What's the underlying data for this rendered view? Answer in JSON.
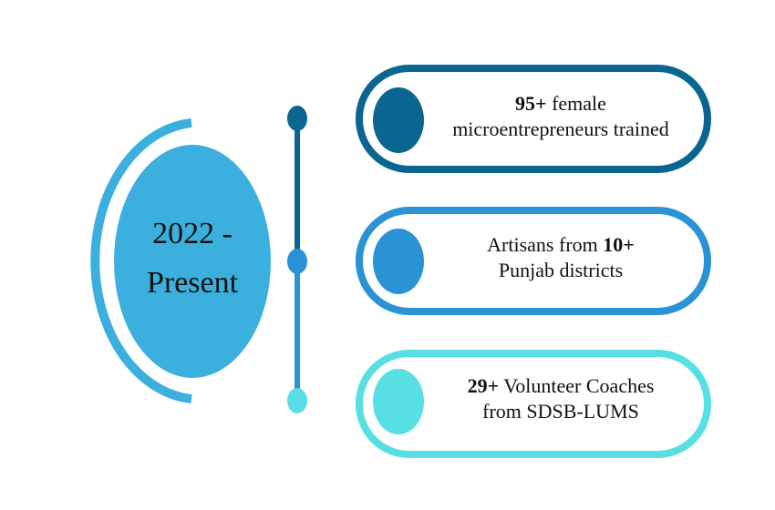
{
  "period": {
    "line1": "2022 -",
    "line2": "Present"
  },
  "items": [
    {
      "bold": "95+",
      "text1": " female",
      "text2": "microentrepreneurs trained",
      "color": "#0a6690"
    },
    {
      "text1": "Artisans from ",
      "bold": "10+",
      "text2": "Punjab districts",
      "color": "#2a93d5"
    },
    {
      "bold": "29+",
      "text1": " Volunteer Coaches",
      "text2": "from SDSB-LUMS",
      "color": "#57dfe3"
    }
  ],
  "colors": {
    "ellipse": "#3bb0de",
    "arc": "#3bb0de"
  }
}
